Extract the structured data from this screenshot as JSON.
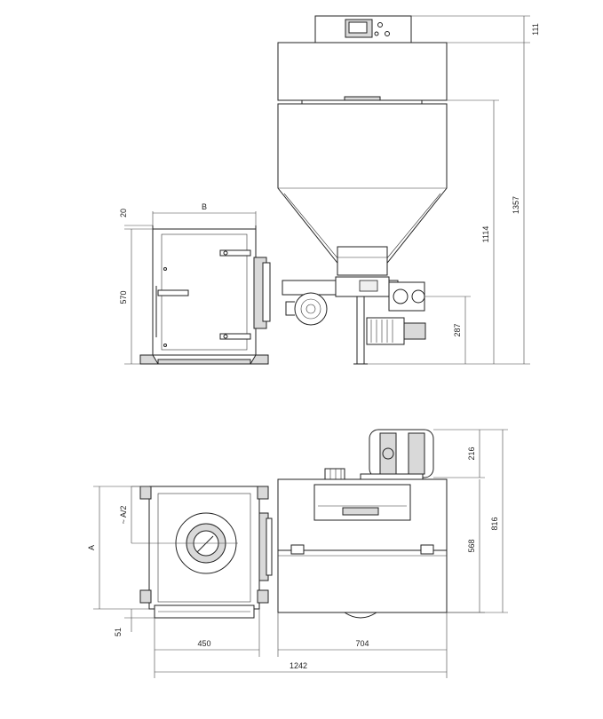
{
  "dimensions": {
    "top_height_total": "1357",
    "top_hopper_height": "1114",
    "top_controller": "111",
    "top_burner_axis": "287",
    "top_boiler_height": "570",
    "top_boiler_gap": "20",
    "top_boiler_width": "B",
    "plan_fan_width": "216",
    "plan_hopper_depth": "568",
    "plan_total_depth": "816",
    "plan_boiler_depth": "A",
    "plan_half_depth": "~ A/2",
    "plan_offset": "51",
    "plan_boiler_width": "450",
    "plan_hopper_width": "704",
    "plan_total_width": "1242"
  }
}
